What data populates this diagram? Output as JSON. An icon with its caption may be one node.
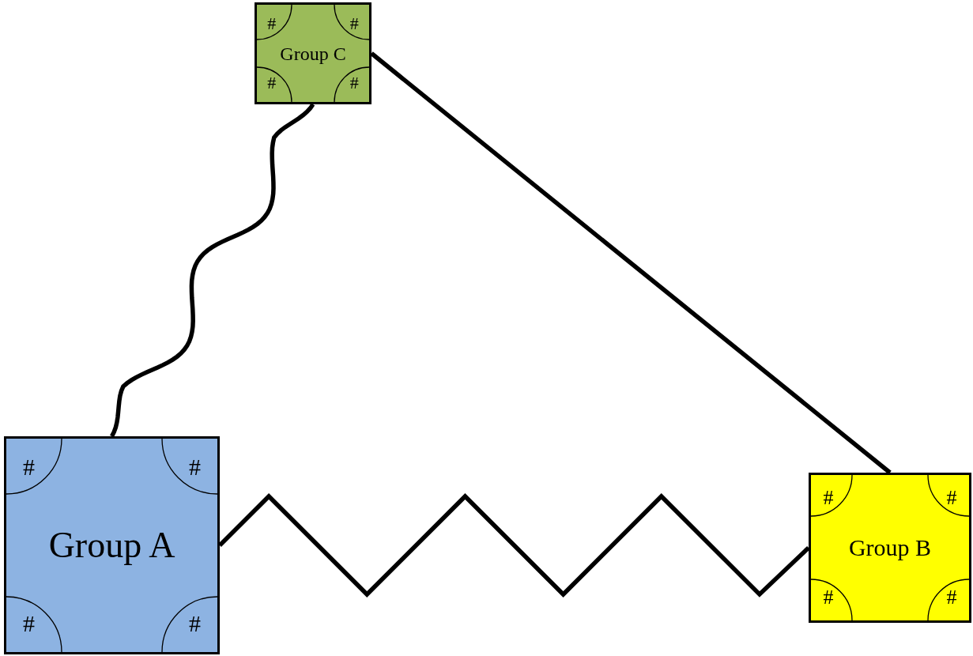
{
  "diagram": {
    "nodes": [
      {
        "text": [
          "#",
          "#",
          "Group C",
          "#",
          "#"
        ]
      },
      {
        "text": [
          "#",
          "#",
          "Group A",
          "#",
          "#"
        ]
      },
      {
        "text": [
          "#",
          "#",
          "Group B",
          "#",
          "#"
        ]
      }
    ],
    "edges": [
      {
        "from": 0,
        "to": 1,
        "arrow": "none"
      },
      {
        "from": 1,
        "to": 2,
        "arrow": "none"
      },
      {
        "from": 0,
        "to": 2,
        "arrow": "none"
      }
    ]
  }
}
